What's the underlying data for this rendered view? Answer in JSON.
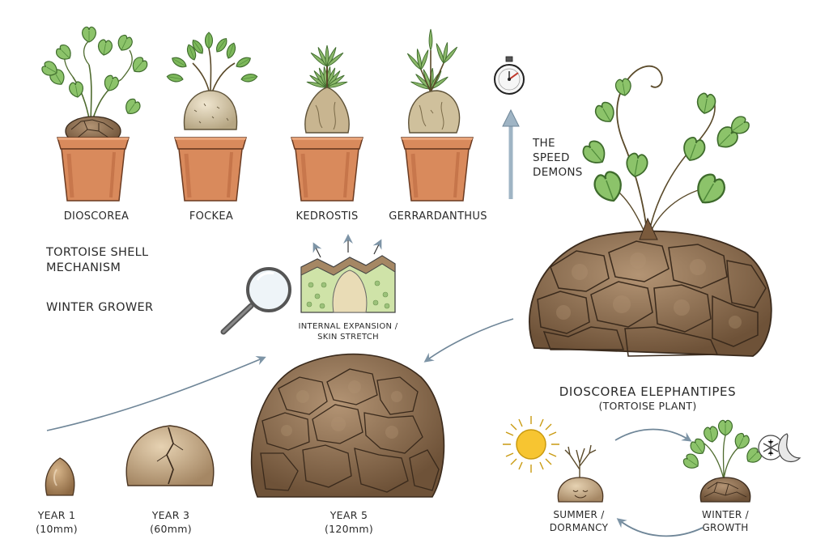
{
  "pots": [
    {
      "name": "DIOSCOREA"
    },
    {
      "name": "FOCKEA"
    },
    {
      "name": "KEDROSTIS"
    },
    {
      "name": "GERRARDANTHUS"
    }
  ],
  "speed": {
    "line1": "THE",
    "line2": "SPEED",
    "line3": "DEMONS",
    "icon": "stopwatch-icon"
  },
  "mechanism": {
    "line1": "TORTOISE SHELL",
    "line2": "MECHANISM",
    "winter": "WINTER GROWER",
    "inset_line1": "INTERNAL EXPANSION /",
    "inset_line2": "SKIN STRETCH",
    "icon": "magnifier-icon"
  },
  "growth": [
    {
      "year": "YEAR 1",
      "size": "(10mm)"
    },
    {
      "year": "YEAR 3",
      "size": "(60mm)"
    },
    {
      "year": "YEAR 5",
      "size": "(120mm)"
    }
  ],
  "main_plant": {
    "name": "DIOSCOREA ELEPHANTIPES",
    "common": "(TORTOISE PLANT)"
  },
  "cycle": {
    "summer_line1": "SUMMER /",
    "summer_line2": "DORMANCY",
    "winter_line1": "WINTER /",
    "winter_line2": "GROWTH",
    "icons": [
      "sun-icon",
      "snowflake-icon",
      "moon-icon"
    ]
  },
  "colors": {
    "pot": "#d98a5c",
    "pot_dark": "#b8653d",
    "leaf": "#8cc36a",
    "leaf_dark": "#4f8a3a",
    "caudex": "#8a6a4c",
    "caudex_light": "#a8896a",
    "arrow": "#9fb4c4",
    "sun": "#f7c531",
    "ink": "#2a2a2a"
  }
}
